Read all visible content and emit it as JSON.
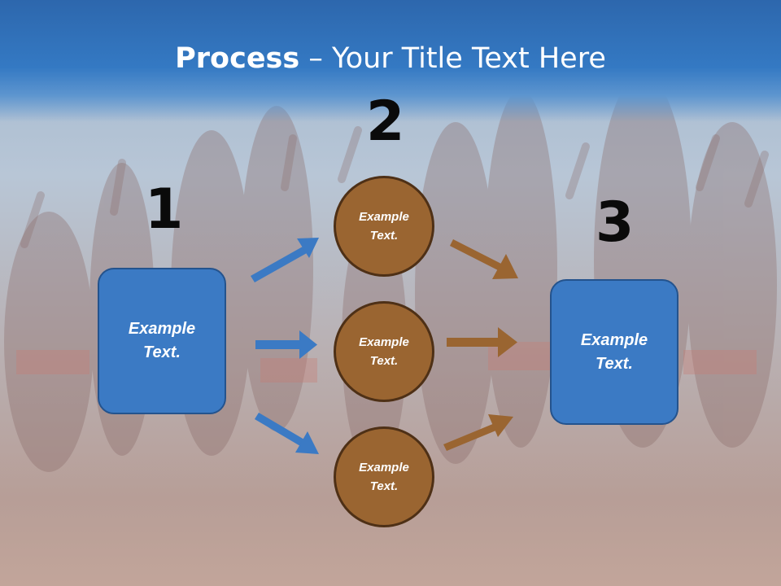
{
  "title": {
    "bold": "Process",
    "rest": " – Your Title Text Here"
  },
  "steps": [
    {
      "number": "1",
      "text": "Example\nText."
    },
    {
      "number": "2",
      "items": [
        "Example\nText.",
        "Example\nText.",
        "Example\nText."
      ]
    },
    {
      "number": "3",
      "text": "Example\nText."
    }
  ],
  "colors": {
    "title_band": "#3479c3",
    "box_fill": "#3b7ac4",
    "circle_fill": "#9a6531",
    "blue_arrow": "#3b7ac4",
    "brown_arrow": "#9a6531"
  }
}
